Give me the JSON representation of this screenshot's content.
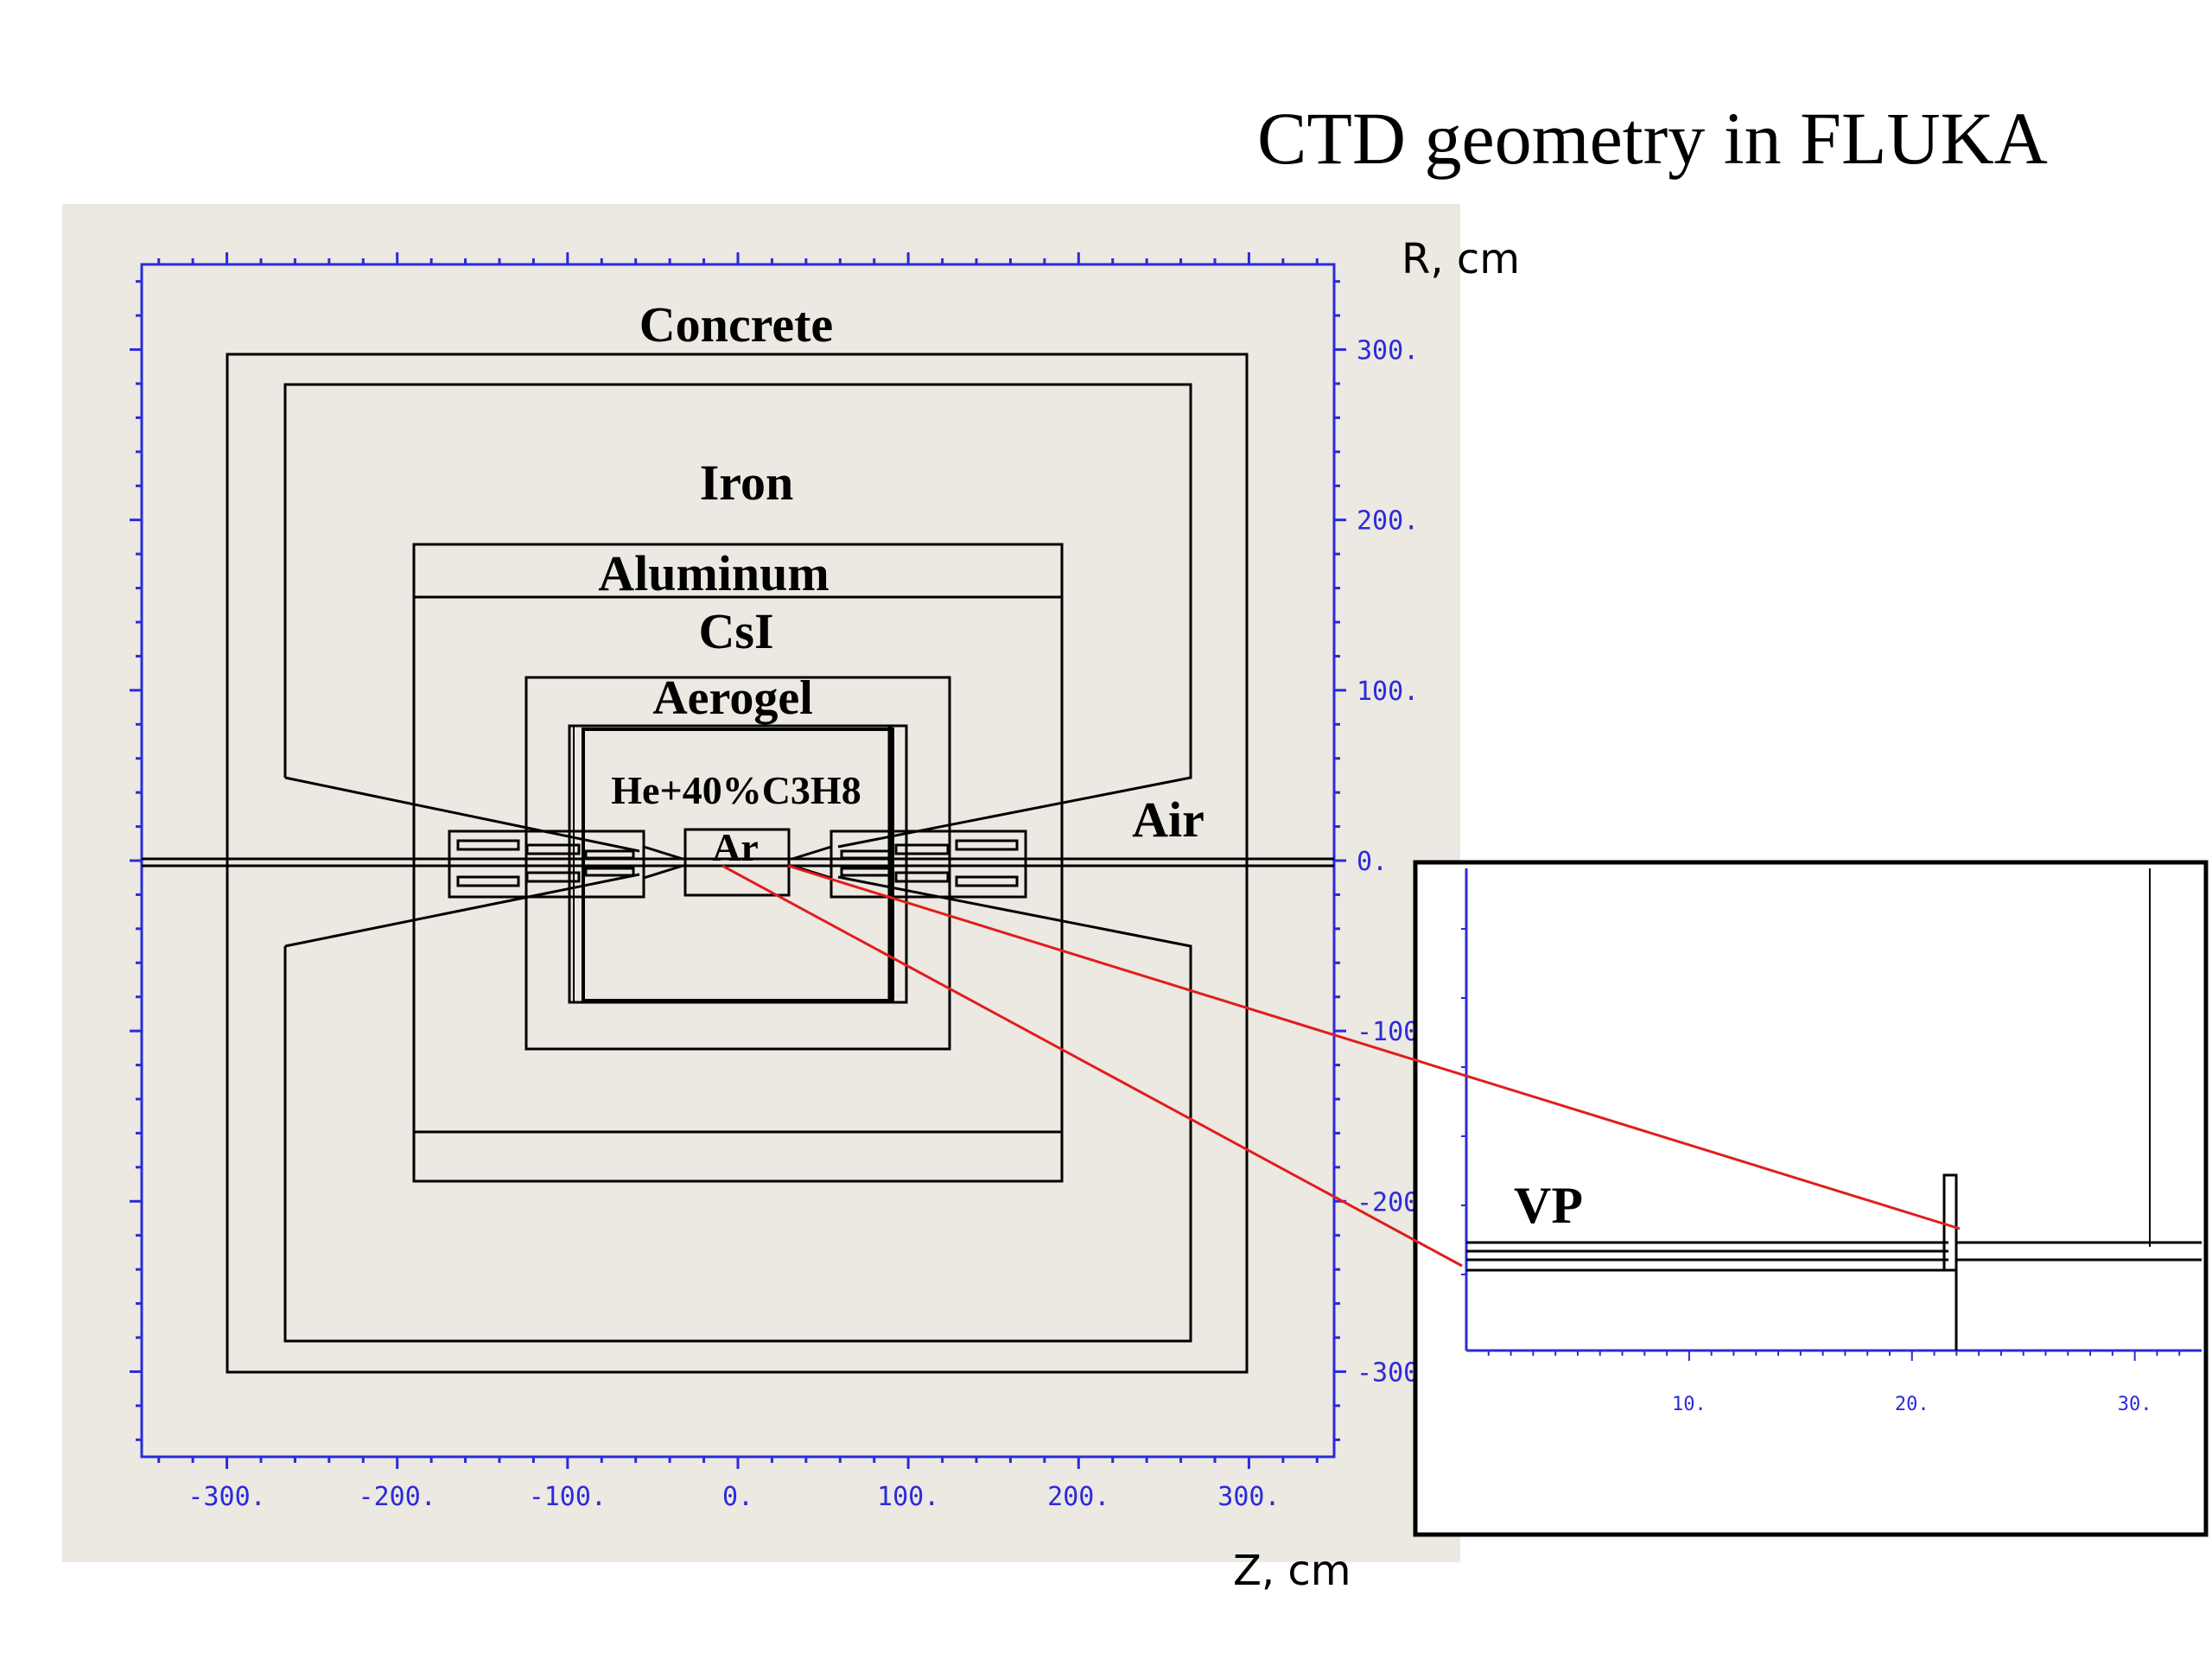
{
  "slide": {
    "title": "CTD geometry in FLUKA"
  },
  "axes": {
    "r_title": "R, cm",
    "z_title": "Z, cm",
    "z_tick_labels": [
      "-300.",
      "-200.",
      "-100.",
      "0.",
      "100.",
      "200.",
      "300."
    ],
    "r_tick_labels": [
      "300.",
      "200.",
      "100.",
      "0.",
      "-100",
      "-200",
      "-300"
    ]
  },
  "materials": {
    "concrete": "Concrete",
    "iron": "Iron",
    "aluminum": "Aluminum",
    "csi": "CsI",
    "aerogel": "Aerogel",
    "gas_mix": "He+40%C3H8",
    "argon": "Ar",
    "air": "Air"
  },
  "inset": {
    "label": "VP",
    "x_tick_labels": [
      "10.",
      "20.",
      "30."
    ]
  },
  "colors": {
    "plot_background": "#ece8e2",
    "axis_blue": "#2b2bd9",
    "zoom_lines": "#e11d1d",
    "geometry_lines": "#000000"
  }
}
